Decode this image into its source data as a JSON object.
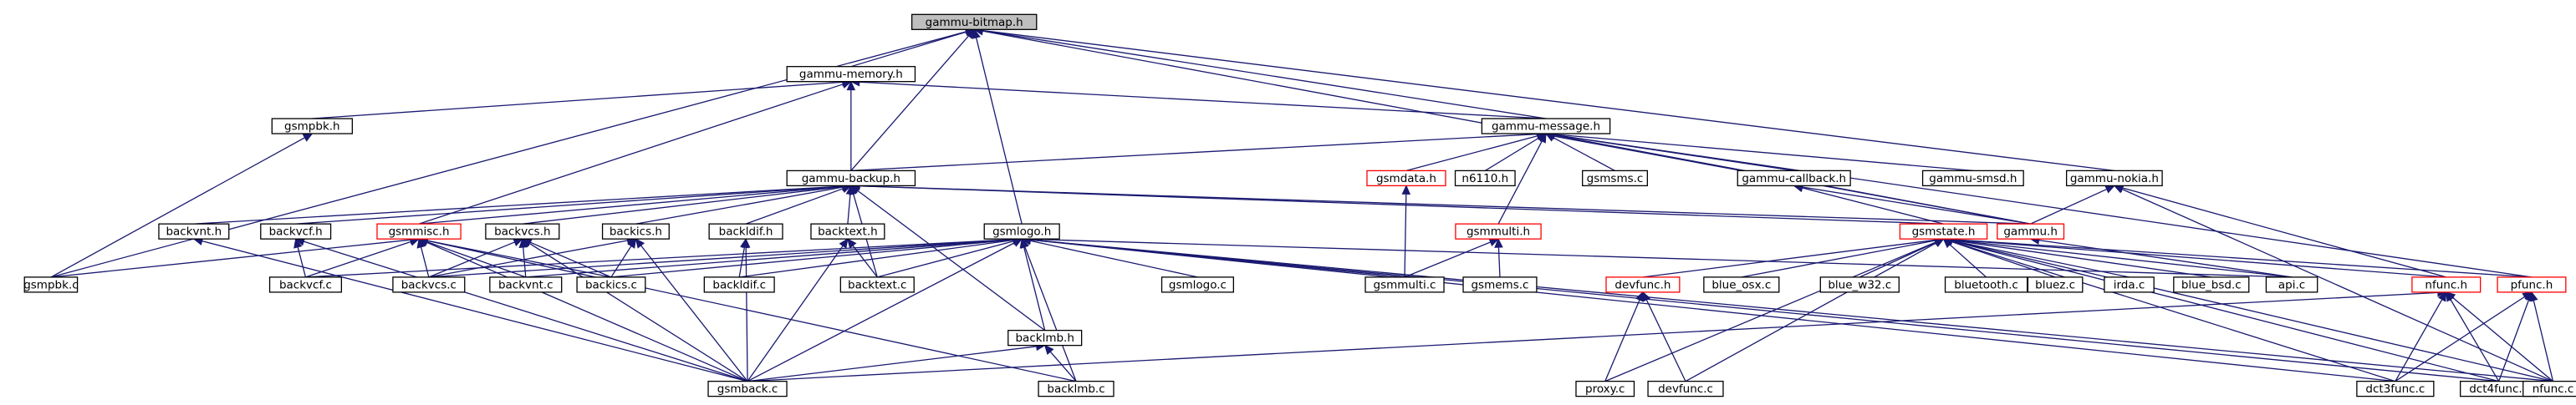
{
  "colors": {
    "edge": "#191970",
    "root_fill": "#bfbfbf",
    "border_normal": "#000000",
    "border_truncated": "#ff0000"
  },
  "nodes": [
    {
      "id": "n0",
      "label": "gammu-bitmap.h",
      "style": "root"
    },
    {
      "id": "n1",
      "label": "gammu-memory.h",
      "style": "normal"
    },
    {
      "id": "n2",
      "label": "gsmpbk.h",
      "style": "normal"
    },
    {
      "id": "n3",
      "label": "gammu-message.h",
      "style": "normal"
    },
    {
      "id": "n4",
      "label": "gammu-backup.h",
      "style": "normal"
    },
    {
      "id": "n5",
      "label": "gsmdata.h",
      "style": "red"
    },
    {
      "id": "n6",
      "label": "n6110.h",
      "style": "normal"
    },
    {
      "id": "n7",
      "label": "gsmsms.c",
      "style": "normal"
    },
    {
      "id": "n8",
      "label": "gammu-callback.h",
      "style": "normal"
    },
    {
      "id": "n9",
      "label": "gammu-smsd.h",
      "style": "normal"
    },
    {
      "id": "n10",
      "label": "gammu-nokia.h",
      "style": "normal"
    },
    {
      "id": "n11",
      "label": "backvnt.h",
      "style": "normal"
    },
    {
      "id": "n12",
      "label": "backvcf.h",
      "style": "normal"
    },
    {
      "id": "n13",
      "label": "gsmmisc.h",
      "style": "red"
    },
    {
      "id": "n14",
      "label": "backvcs.h",
      "style": "normal"
    },
    {
      "id": "n15",
      "label": "backics.h",
      "style": "normal"
    },
    {
      "id": "n16",
      "label": "backldif.h",
      "style": "normal"
    },
    {
      "id": "n17",
      "label": "backtext.h",
      "style": "normal"
    },
    {
      "id": "n18",
      "label": "gsmlogo.h",
      "style": "normal"
    },
    {
      "id": "n19",
      "label": "gsmmulti.h",
      "style": "red"
    },
    {
      "id": "n20",
      "label": "gsmstate.h",
      "style": "red"
    },
    {
      "id": "n21",
      "label": "gammu.h",
      "style": "red"
    },
    {
      "id": "n22",
      "label": "gsmpbk.c",
      "style": "normal"
    },
    {
      "id": "n23",
      "label": "backvcf.c",
      "style": "normal"
    },
    {
      "id": "n24",
      "label": "backvcs.c",
      "style": "normal"
    },
    {
      "id": "n25",
      "label": "backvnt.c",
      "style": "normal"
    },
    {
      "id": "n26",
      "label": "backics.c",
      "style": "normal"
    },
    {
      "id": "n27",
      "label": "backldif.c",
      "style": "normal"
    },
    {
      "id": "n28",
      "label": "backtext.c",
      "style": "normal"
    },
    {
      "id": "n29",
      "label": "gsmlogo.c",
      "style": "normal"
    },
    {
      "id": "n30",
      "label": "backlmb.h",
      "style": "normal"
    },
    {
      "id": "n31",
      "label": "gsmmulti.c",
      "style": "normal"
    },
    {
      "id": "n32",
      "label": "gsmems.c",
      "style": "normal"
    },
    {
      "id": "n33",
      "label": "devfunc.h",
      "style": "red"
    },
    {
      "id": "n34",
      "label": "blue_osx.c",
      "style": "normal"
    },
    {
      "id": "n35",
      "label": "blue_w32.c",
      "style": "normal"
    },
    {
      "id": "n36",
      "label": "bluetooth.c",
      "style": "normal"
    },
    {
      "id": "n37",
      "label": "bluez.c",
      "style": "normal"
    },
    {
      "id": "n38",
      "label": "irda.c",
      "style": "normal"
    },
    {
      "id": "n39",
      "label": "blue_bsd.c",
      "style": "normal"
    },
    {
      "id": "n40",
      "label": "api.c",
      "style": "normal"
    },
    {
      "id": "n41",
      "label": "nfunc.h",
      "style": "red"
    },
    {
      "id": "n42",
      "label": "pfunc.h",
      "style": "red"
    },
    {
      "id": "n43",
      "label": "gsmback.c",
      "style": "normal"
    },
    {
      "id": "n44",
      "label": "backlmb.c",
      "style": "normal"
    },
    {
      "id": "n45",
      "label": "proxy.c",
      "style": "normal"
    },
    {
      "id": "n46",
      "label": "devfunc.c",
      "style": "normal"
    },
    {
      "id": "n47",
      "label": "dct3func.c",
      "style": "normal"
    },
    {
      "id": "n48",
      "label": "dct4func.c",
      "style": "normal"
    },
    {
      "id": "n49",
      "label": "nfunc.c",
      "style": "normal"
    }
  ],
  "edges": [
    [
      "n1",
      "n0"
    ],
    [
      "n4",
      "n0"
    ],
    [
      "n3",
      "n0"
    ],
    [
      "n10",
      "n0"
    ],
    [
      "n21",
      "n0"
    ],
    [
      "n18",
      "n0"
    ],
    [
      "n22",
      "n0"
    ],
    [
      "n2",
      "n1"
    ],
    [
      "n3",
      "n1"
    ],
    [
      "n4",
      "n1"
    ],
    [
      "n13",
      "n1"
    ],
    [
      "n22",
      "n2"
    ],
    [
      "n4",
      "n3"
    ],
    [
      "n5",
      "n3"
    ],
    [
      "n6",
      "n3"
    ],
    [
      "n7",
      "n3"
    ],
    [
      "n8",
      "n3"
    ],
    [
      "n9",
      "n3"
    ],
    [
      "n19",
      "n3"
    ],
    [
      "n21",
      "n3"
    ],
    [
      "n42",
      "n3"
    ],
    [
      "n11",
      "n4"
    ],
    [
      "n12",
      "n4"
    ],
    [
      "n13",
      "n4"
    ],
    [
      "n14",
      "n4"
    ],
    [
      "n15",
      "n4"
    ],
    [
      "n16",
      "n4"
    ],
    [
      "n17",
      "n4"
    ],
    [
      "n30",
      "n4"
    ],
    [
      "n28",
      "n4"
    ],
    [
      "n21",
      "n4"
    ],
    [
      "n20",
      "n4"
    ],
    [
      "n31",
      "n5"
    ],
    [
      "n20",
      "n8"
    ],
    [
      "n21",
      "n8"
    ],
    [
      "n21",
      "n10"
    ],
    [
      "n41",
      "n10"
    ],
    [
      "n49",
      "n10"
    ],
    [
      "n43",
      "n11"
    ],
    [
      "n23",
      "n12"
    ],
    [
      "n43",
      "n12"
    ],
    [
      "n23",
      "n13"
    ],
    [
      "n24",
      "n13"
    ],
    [
      "n25",
      "n13"
    ],
    [
      "n26",
      "n13"
    ],
    [
      "n43",
      "n13"
    ],
    [
      "n44",
      "n13"
    ],
    [
      "n22",
      "n13"
    ],
    [
      "n24",
      "n14"
    ],
    [
      "n25",
      "n14"
    ],
    [
      "n26",
      "n14"
    ],
    [
      "n43",
      "n14"
    ],
    [
      "n26",
      "n15"
    ],
    [
      "n24",
      "n15"
    ],
    [
      "n43",
      "n15"
    ],
    [
      "n27",
      "n16"
    ],
    [
      "n43",
      "n16"
    ],
    [
      "n28",
      "n17"
    ],
    [
      "n43",
      "n17"
    ],
    [
      "n23",
      "n18"
    ],
    [
      "n24",
      "n18"
    ],
    [
      "n25",
      "n18"
    ],
    [
      "n26",
      "n18"
    ],
    [
      "n27",
      "n18"
    ],
    [
      "n28",
      "n18"
    ],
    [
      "n29",
      "n18"
    ],
    [
      "n31",
      "n18"
    ],
    [
      "n30",
      "n18"
    ],
    [
      "n43",
      "n18"
    ],
    [
      "n44",
      "n18"
    ],
    [
      "n40",
      "n18"
    ],
    [
      "n47",
      "n18"
    ],
    [
      "n48",
      "n18"
    ],
    [
      "n49",
      "n18"
    ],
    [
      "n31",
      "n19"
    ],
    [
      "n32",
      "n19"
    ],
    [
      "n33",
      "n20"
    ],
    [
      "n34",
      "n20"
    ],
    [
      "n35",
      "n20"
    ],
    [
      "n36",
      "n20"
    ],
    [
      "n37",
      "n20"
    ],
    [
      "n38",
      "n20"
    ],
    [
      "n39",
      "n20"
    ],
    [
      "n40",
      "n20"
    ],
    [
      "n41",
      "n20"
    ],
    [
      "n42",
      "n20"
    ],
    [
      "n45",
      "n20"
    ],
    [
      "n46",
      "n20"
    ],
    [
      "n47",
      "n20"
    ],
    [
      "n48",
      "n20"
    ],
    [
      "n49",
      "n20"
    ],
    [
      "n40",
      "n21"
    ],
    [
      "n43",
      "n30"
    ],
    [
      "n44",
      "n30"
    ],
    [
      "n45",
      "n33"
    ],
    [
      "n46",
      "n33"
    ],
    [
      "n47",
      "n41"
    ],
    [
      "n48",
      "n41"
    ],
    [
      "n49",
      "n41"
    ],
    [
      "n43",
      "n41"
    ],
    [
      "n47",
      "n42"
    ],
    [
      "n48",
      "n42"
    ],
    [
      "n49",
      "n42"
    ]
  ]
}
